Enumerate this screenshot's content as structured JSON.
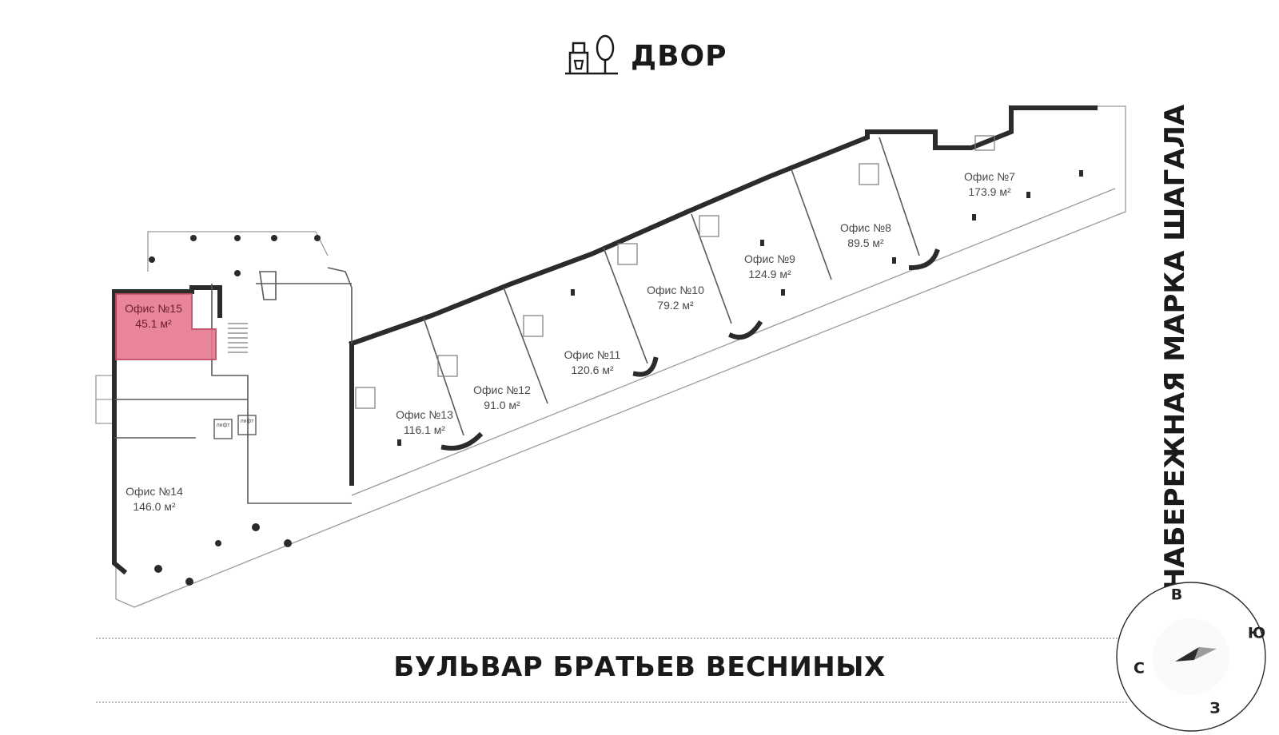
{
  "courtyard": {
    "label": "ДВОР",
    "icon": "courtyard-tree-icon"
  },
  "street": {
    "label": "БУЛЬВАР БРАТЬЕВ ВЕСНИНЫХ"
  },
  "embankment": {
    "label": "НАБЕРЕЖНАЯ МАРКА ШАГАЛА"
  },
  "compass": {
    "icon": "compass-arrow-icon",
    "north": "В",
    "east": "Ю",
    "west": "С",
    "south": "З"
  },
  "colors": {
    "selected_fill": "#e6788e",
    "selected_stroke": "#c2485f",
    "wall": "#2b2b2b",
    "thin_line": "#9a9a9a"
  },
  "offices": [
    {
      "id": "office-15",
      "name": "Офис №15",
      "area": "45.1 м²",
      "selected": true
    },
    {
      "id": "office-14",
      "name": "Офис №14",
      "area": "146.0 м²",
      "selected": false
    },
    {
      "id": "office-13",
      "name": "Офис №13",
      "area": "116.1 м²",
      "selected": false
    },
    {
      "id": "office-12",
      "name": "Офис №12",
      "area": "91.0 м²",
      "selected": false
    },
    {
      "id": "office-11",
      "name": "Офис №11",
      "area": "120.6 м²",
      "selected": false
    },
    {
      "id": "office-10",
      "name": "Офис №10",
      "area": "79.2 м²",
      "selected": false
    },
    {
      "id": "office-9",
      "name": "Офис №9",
      "area": "124.9 м²",
      "selected": false
    },
    {
      "id": "office-8",
      "name": "Офис №8",
      "area": "89.5 м²",
      "selected": false
    },
    {
      "id": "office-7",
      "name": "Офис №7",
      "area": "173.9 м²",
      "selected": false
    }
  ],
  "elevators": {
    "left": "лифт",
    "right": "лифт"
  }
}
